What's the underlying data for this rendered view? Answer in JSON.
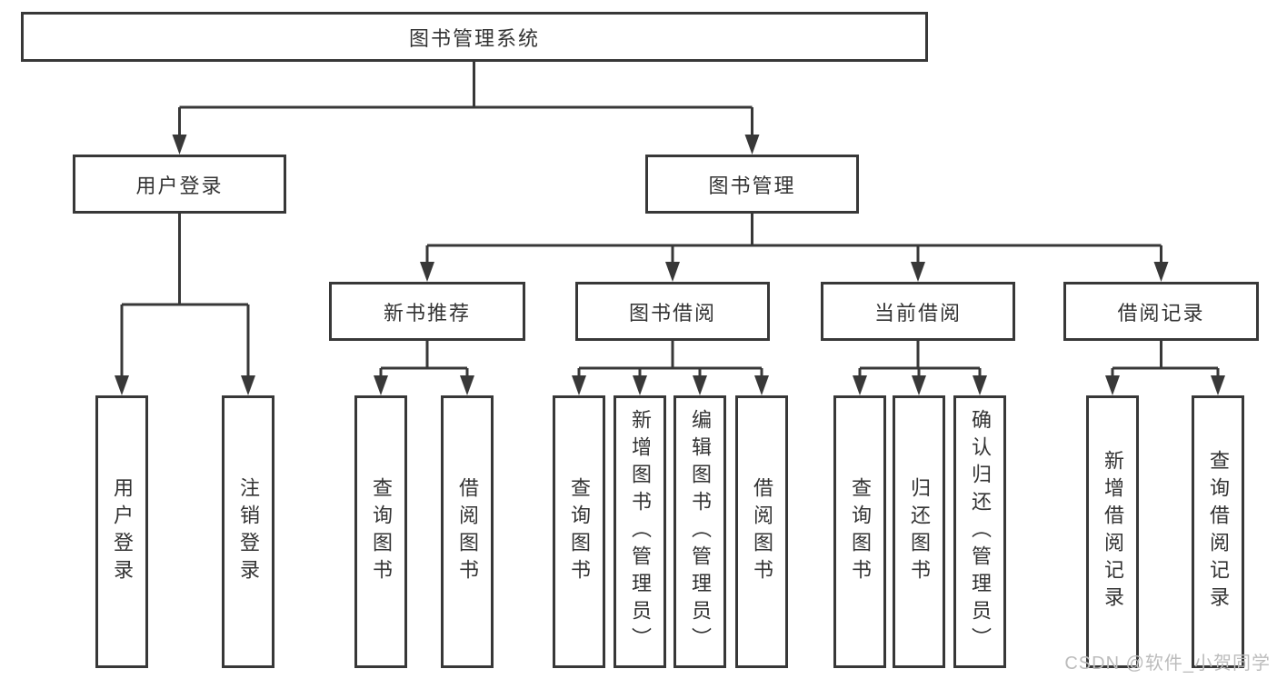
{
  "diagram": {
    "root": "图书管理系统",
    "branches": [
      {
        "label": "用户登录",
        "children": [
          "用户登录",
          "注销登录"
        ]
      },
      {
        "label": "图书管理",
        "subBranches": [
          {
            "label": "新书推荐",
            "children": [
              "查询图书",
              "借阅图书"
            ]
          },
          {
            "label": "图书借阅",
            "children": [
              "查询图书",
              "新增图书（管理员）",
              "编辑图书（管理员）",
              "借阅图书"
            ]
          },
          {
            "label": "当前借阅",
            "children": [
              "查询图书",
              "归还图书",
              "确认归还（管理员）"
            ]
          },
          {
            "label": "借阅记录",
            "children": [
              "新增借阅记录",
              "查询借阅记录"
            ]
          }
        ]
      }
    ]
  },
  "watermark": "CSDN @软件_小贺同学",
  "colors": {
    "line": "#383838",
    "text": "#333333",
    "watermark": "#bcbcbc",
    "background": "#ffffff"
  }
}
